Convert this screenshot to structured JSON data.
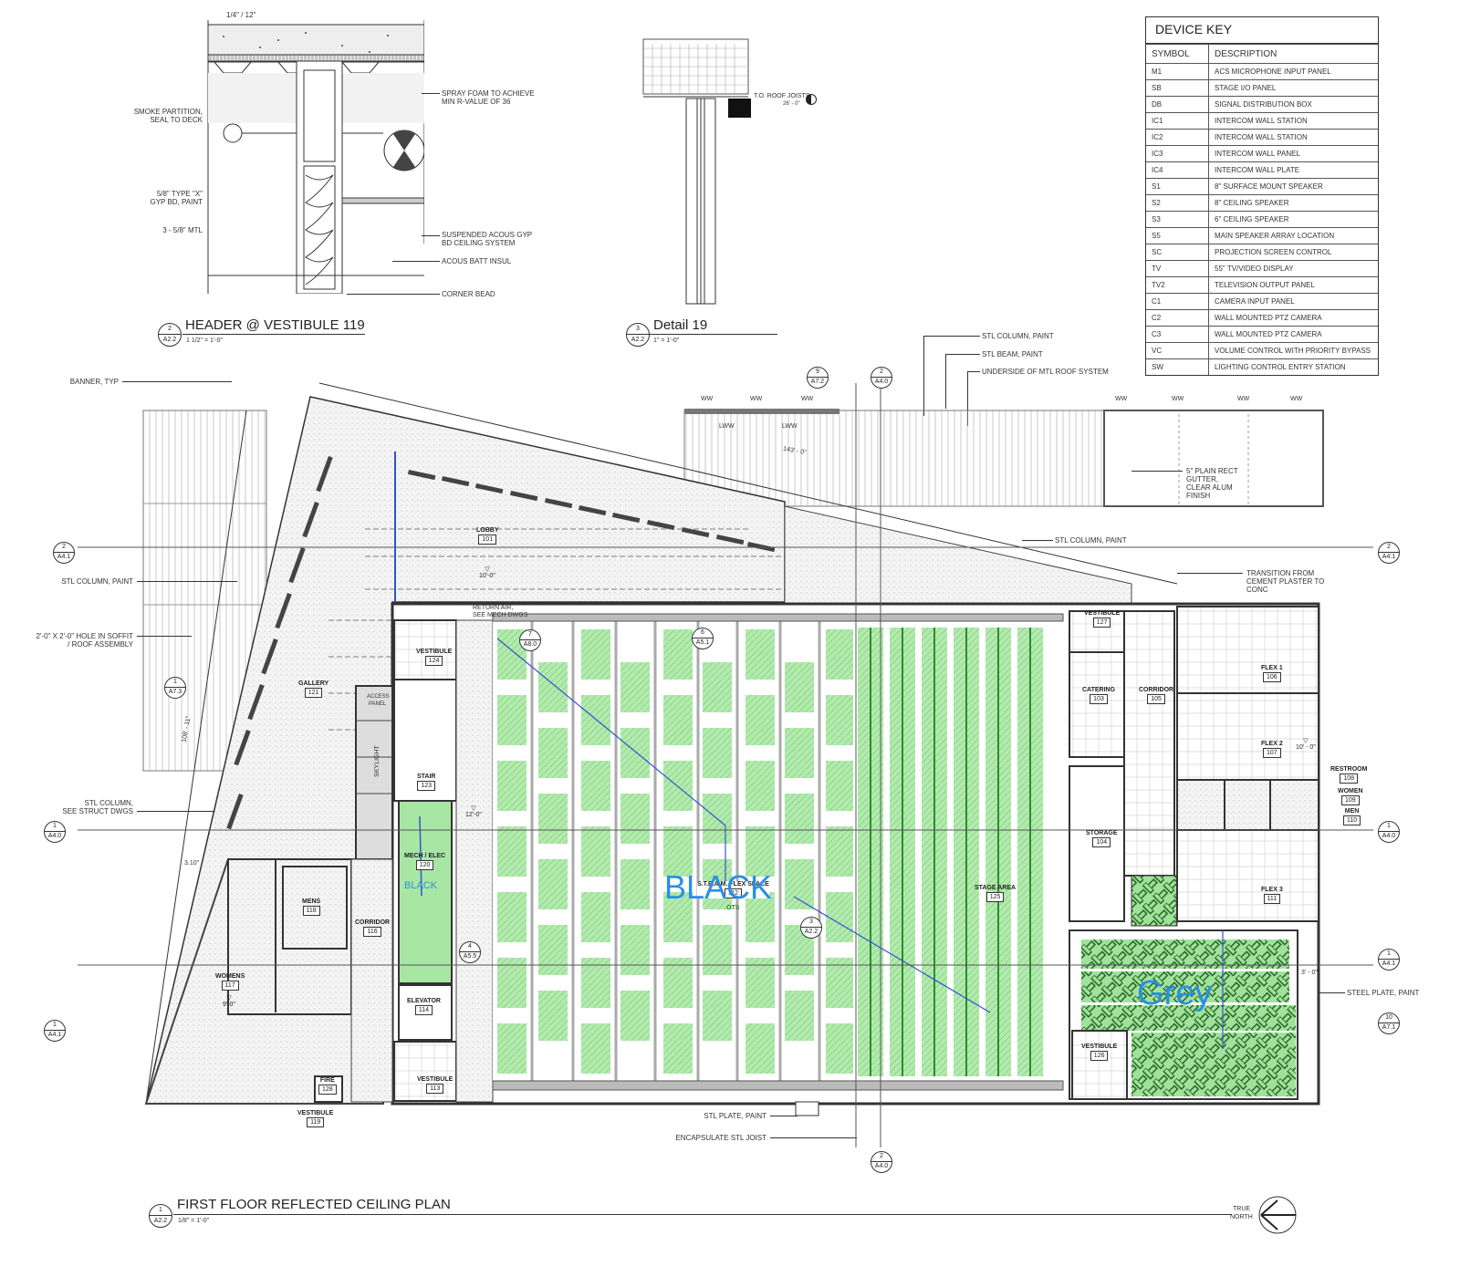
{
  "device_key": {
    "title": "DEVICE KEY",
    "columns": [
      "SYMBOL",
      "DESCRIPTION"
    ],
    "rows": [
      {
        "symbol": "M1",
        "description": "ACS MICROPHONE INPUT PANEL"
      },
      {
        "symbol": "SB",
        "description": "STAGE I/O PANEL"
      },
      {
        "symbol": "DB",
        "description": "SIGNAL DISTRIBUTION BOX"
      },
      {
        "symbol": "IC1",
        "description": "INTERCOM WALL STATION"
      },
      {
        "symbol": "IC2",
        "description": "INTERCOM WALL STATION"
      },
      {
        "symbol": "IC3",
        "description": "INTERCOM WALL PANEL"
      },
      {
        "symbol": "IC4",
        "description": "INTERCOM WALL PLATE"
      },
      {
        "symbol": "S1",
        "description": "8\" SURFACE MOUNT SPEAKER"
      },
      {
        "symbol": "S2",
        "description": "8\" CEILING SPEAKER"
      },
      {
        "symbol": "S3",
        "description": "6\" CEILING SPEAKER"
      },
      {
        "symbol": "S5",
        "description": "MAIN SPEAKER ARRAY LOCATION"
      },
      {
        "symbol": "SC",
        "description": "PROJECTION SCREEN CONTROL"
      },
      {
        "symbol": "TV",
        "description": "55\" TV/VIDEO DISPLAY"
      },
      {
        "symbol": "TV2",
        "description": "TELEVISION OUTPUT PANEL"
      },
      {
        "symbol": "C1",
        "description": "CAMERA INPUT PANEL"
      },
      {
        "symbol": "C2",
        "description": "WALL MOUNTED PTZ CAMERA"
      },
      {
        "symbol": "C3",
        "description": "WALL MOUNTED PTZ CAMERA"
      },
      {
        "symbol": "VC",
        "description": "VOLUME CONTROL WITH PRIORITY BYPASS"
      },
      {
        "symbol": "SW",
        "description": "LIGHTING CONTROL ENTRY STATION"
      }
    ]
  },
  "detail_header": {
    "title": "HEADER @ VESTIBULE 119",
    "bubble_num": "2",
    "bubble_sheet": "A2.2",
    "scale": "1 1/2\" = 1'-0\"",
    "slope": "1/4\" / 12\"",
    "notes": {
      "smoke": [
        "SMOKE PARTITION,",
        "SEAL TO DECK"
      ],
      "gyp": [
        "5/8\" TYPE \"X\"",
        "GYP BD, PAINT"
      ],
      "mtl": "3 - 5/8\" MTL",
      "foam": [
        "SPRAY FOAM TO ACHIEVE",
        "MIN R-VALUE OF 36"
      ],
      "ceiling": [
        "SUSPENDED ACOUS GYP",
        "BD CEILING SYSTEM"
      ],
      "batt": "ACOUS BATT INSUL",
      "bead": "CORNER BEAD"
    }
  },
  "detail_19": {
    "title": "Detail 19",
    "bubble_num": "3",
    "bubble_sheet": "A2.2",
    "scale": "1\" = 1'-0\"",
    "roof_joists": "T.O. ROOF JOISTS",
    "roof_elev": "26' - 0\""
  },
  "plan": {
    "title": "FIRST FLOOR REFLECTED CEILING PLAN",
    "bubble_num": "1",
    "bubble_sheet": "A2.2",
    "scale": "1/8\" = 1'-0\"",
    "north": [
      "TRUE",
      "NORTH"
    ],
    "callouts": {
      "banner": "BANNER, TYP",
      "stl_col_left": "STL COLUMN, PAINT",
      "hole": [
        "2'-0\" X 2'-0\" HOLE IN SOFFIT",
        "/ ROOF ASSEMBLY"
      ],
      "stl_col_struct": [
        "STL COLUMN,",
        "SEE STRUCT DWGS"
      ],
      "stl_column_top": "STL COLUMN, PAINT",
      "stl_beam": "STL BEAM, PAINT",
      "underside": "UNDERSIDE OF MTL ROOF SYSTEM",
      "gutter": [
        "5\" PLAIN RECT",
        "GUTTER,",
        "CLEAR ALUM",
        "FINISH"
      ],
      "stl_column_mid": "STL COLUMN, PAINT",
      "transition": [
        "TRANSITION FROM",
        "CEMENT PLASTER TO",
        "CONC"
      ],
      "steel_plate": "STEEL PLATE, PAINT",
      "stl_plate": "STL PLATE, PAINT",
      "encapsulate": "ENCAPSULATE STL JOIST",
      "return_air": [
        "RETURN AIR,",
        "SEE MECH DWGS"
      ],
      "access_panel": [
        "ACCESS",
        "PANEL"
      ],
      "skylight": "SKYLIGHT"
    },
    "rooms": [
      {
        "name": "LOBBY",
        "num": "101"
      },
      {
        "name": "GALLERY",
        "num": "121"
      },
      {
        "name": "VESTIBULE",
        "num": "124"
      },
      {
        "name": "STAIR",
        "num": "123"
      },
      {
        "name": "MECH / ELEC",
        "num": "120"
      },
      {
        "name": "ELEVATOR",
        "num": "114"
      },
      {
        "name": "VESTIBULE",
        "num": "113"
      },
      {
        "name": "MENS",
        "num": "118"
      },
      {
        "name": "WOMENS",
        "num": "117"
      },
      {
        "name": "CORRIDOR",
        "num": "116"
      },
      {
        "name": "FIRE",
        "num": "128"
      },
      {
        "name": "VESTIBULE",
        "num": "119"
      },
      {
        "name": "S.T.E.A.M. FLEX SPACE",
        "num": "112"
      },
      {
        "name": "STAGE AREA",
        "num": "125"
      },
      {
        "name": "VESTIBULE",
        "num": "127"
      },
      {
        "name": "CATERING",
        "num": "103"
      },
      {
        "name": "CORRIDOR",
        "num": "105"
      },
      {
        "name": "FLEX 1",
        "num": "106"
      },
      {
        "name": "FLEX 2",
        "num": "107"
      },
      {
        "name": "RESTROOM",
        "num": "108"
      },
      {
        "name": "WOMEN",
        "num": "109"
      },
      {
        "name": "MEN",
        "num": "110"
      },
      {
        "name": "STORAGE",
        "num": "104"
      },
      {
        "name": "FLEX 3",
        "num": "111"
      },
      {
        "name": "VESTIBULE",
        "num": "126"
      }
    ],
    "ceiling_heights": [
      "10'-0\"",
      "12'-0\"",
      "9'-0\"",
      "10' - 0\""
    ],
    "section_markers": [
      {
        "num": "2",
        "sheet": "A4.1"
      },
      {
        "num": "1",
        "sheet": "A4.0"
      },
      {
        "num": "1",
        "sheet": "A4.1"
      },
      {
        "num": "9",
        "sheet": "A7.2"
      },
      {
        "num": "2",
        "sheet": "A4.0"
      },
      {
        "num": "1",
        "sheet": "A7.3"
      },
      {
        "num": "7",
        "sheet": "A8.0"
      },
      {
        "num": "4",
        "sheet": "A5.5"
      },
      {
        "num": "3",
        "sheet": "A2.2"
      },
      {
        "num": "10",
        "sheet": "A7.1"
      },
      {
        "num": "6",
        "sheet": "A5.1"
      }
    ],
    "dims": {
      "d143": "143' - 0\"",
      "d108": "108' - 11\"",
      "d3_0": "3' - 0\"",
      "d310": "3.10\""
    },
    "window_tags": [
      "WW",
      "LWW"
    ],
    "overlay_labels": {
      "black_big": "BLACK",
      "black_small": "BLACK",
      "grey": "Grey",
      "ots": "OTS"
    },
    "colors": {
      "ceiling_green": "#a8e6a3",
      "overlay_blue": "#2a8ee8",
      "annotation_line": "#3355cc"
    }
  }
}
